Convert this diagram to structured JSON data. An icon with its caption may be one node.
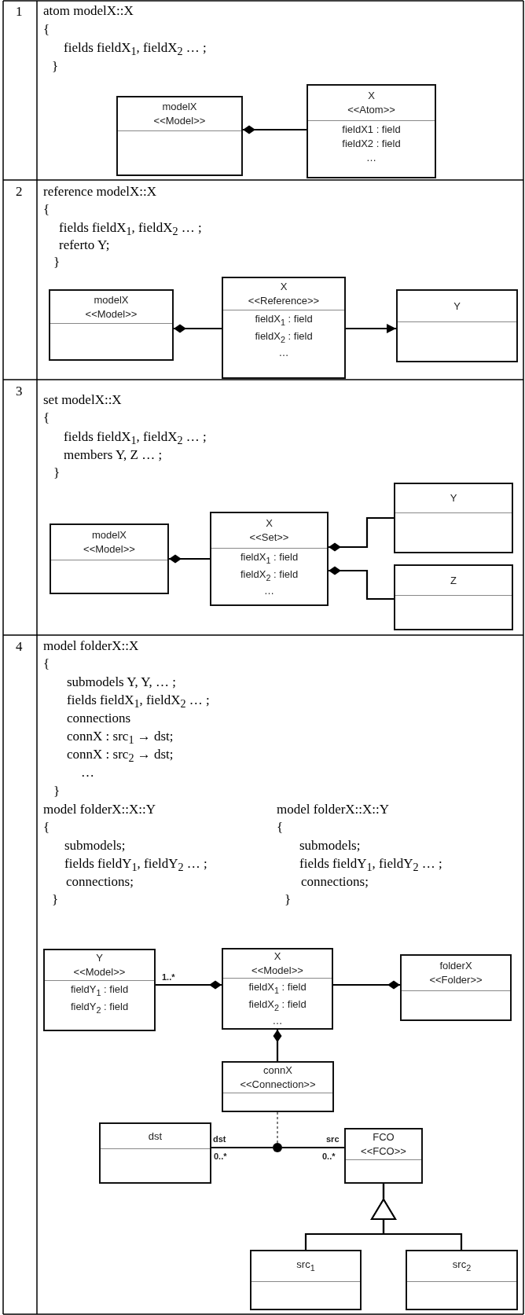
{
  "diagram": {
    "nodes": [
      {
        "text": [
          "modelX",
          "<<Model>>"
        ]
      },
      {
        "text": [
          "X",
          "<<Atom>>",
          "fieldX1 : field",
          "fieldX2 : field",
          "…"
        ]
      },
      {
        "text": [
          "modelX",
          "<<Model>>"
        ]
      },
      {
        "text": [
          "X",
          "<<Reference>>",
          "fieldX$_{1}$ : field",
          "fieldX$_{2}$ : field",
          "…"
        ]
      },
      {
        "text": [
          "Y"
        ]
      },
      {
        "text": [
          "modelX",
          "<<Model>>"
        ]
      },
      {
        "text": [
          "X",
          "<<Set>>",
          "fieldX$_{1}$ : field",
          "fieldX$_{2}$ : field",
          "…"
        ]
      },
      {
        "text": [
          "Y"
        ]
      },
      {
        "text": [
          "Z"
        ]
      },
      {
        "text": [
          "Y",
          "<<Model>>",
          "fieldY$_{1}$ : field",
          "fieldY$_{2}$ : field"
        ]
      },
      {
        "text": [
          "X",
          "<<Model>>",
          "fieldX$_{1}$ : field",
          "fieldX$_{2}$ : field",
          "…"
        ]
      },
      {
        "text": [
          "folderX",
          "<<Folder>>"
        ]
      },
      {
        "text": [
          "connX",
          "<<Connection>>"
        ]
      },
      {
        "text": [
          "dst"
        ]
      },
      {
        "text": [],
        "shape": "circle"
      },
      {
        "text": [
          "FCO",
          "<<FCO>>"
        ]
      },
      {
        "text": [
          "src$_{1}$"
        ]
      },
      {
        "text": [
          "src$_{2}$"
        ]
      }
    ],
    "edges": [
      {
        "from": 1,
        "to": 0,
        "arrow": "other"
      },
      {
        "from": 3,
        "to": 2,
        "arrow": "other"
      },
      {
        "from": 3,
        "to": 4,
        "arrow": "to"
      },
      {
        "from": 6,
        "to": 5,
        "arrow": "other"
      },
      {
        "from": 7,
        "to": 6,
        "arrow": "other"
      },
      {
        "from": 8,
        "to": 6,
        "arrow": "other"
      },
      {
        "from": 9,
        "to": 10,
        "arrow": "other",
        "label": "1..*"
      },
      {
        "from": 10,
        "to": 11,
        "arrow": "other"
      },
      {
        "from": 12,
        "to": 10,
        "arrow": "other"
      },
      {
        "from": 12,
        "to": 14,
        "arrow": "none",
        "style": "dashed"
      },
      {
        "from": 14,
        "to": 13,
        "arrow": "none",
        "label": "dst"
      },
      {
        "from": 14,
        "to": 15,
        "arrow": "none",
        "label": "src"
      },
      {
        "from": 16,
        "to": 15,
        "arrow": "to"
      },
      {
        "from": 17,
        "to": 15,
        "arrow": "to"
      }
    ],
    "labels": [
      "1",
      "atom modelX::X",
      "{",
      "fields fieldX$_{1}$, fieldX$_{2}$ … ;",
      "}",
      "2",
      "reference modelX::X",
      "{",
      "fields fieldX$_{1}$, fieldX$_{2}$ … ;",
      "referto Y;",
      "}",
      "3",
      "set modelX::X",
      "{",
      "fields fieldX$_{1}$, fieldX$_{2}$ … ;",
      "members Y, Z … ;",
      "}",
      "4",
      "model folderX::X",
      "{",
      "submodels Y, Y, … ;",
      "fields fieldX$_{1}$, fieldX$_{2}$ … ;",
      "connections",
      "connX : src$_{1}$ → dst;",
      "connX : src$_{2}$ → dst;",
      "…",
      "}",
      "model folderX::X::Y",
      "{",
      "submodels;",
      "fields fieldY$_{1}$, fieldY$_{2}$ … ;",
      "connections;",
      "}",
      "model folderX::X::Y",
      "{",
      "submodels;",
      "fields fieldY$_{1}$, fieldY$_{2}$ … ;",
      "connections;",
      "}",
      "0..*",
      "0..*"
    ]
  }
}
